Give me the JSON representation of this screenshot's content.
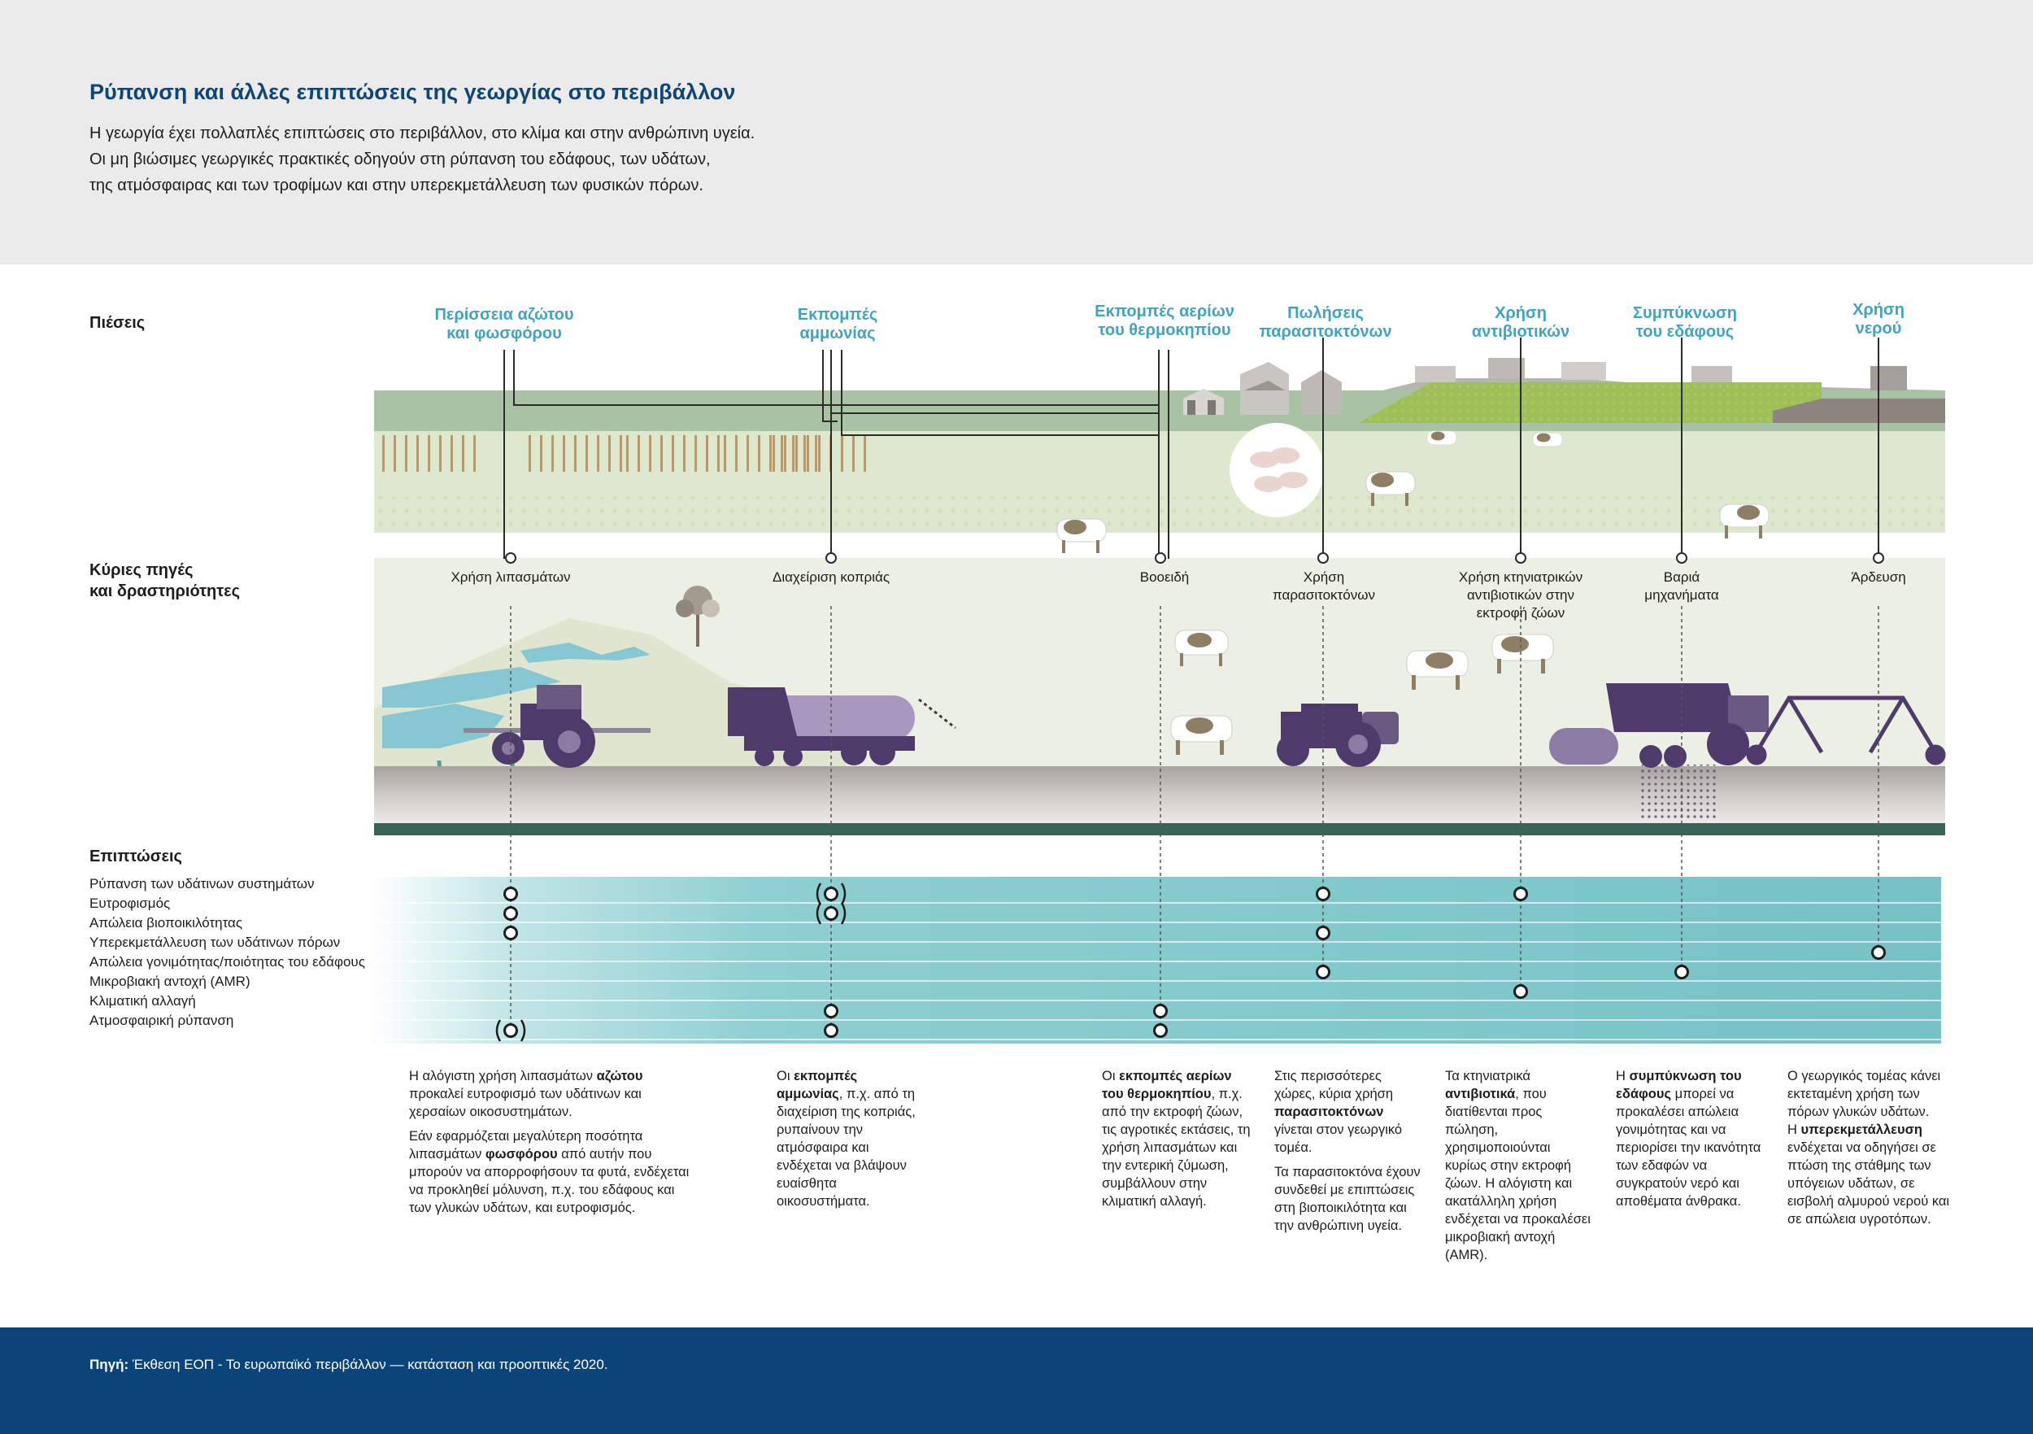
{
  "header": {
    "title": "Ρύπανση και άλλες επιπτώσεις της γεωργίας στο περιβάλλον",
    "intro_lines": [
      "Η γεωργία έχει πολλαπλές επιπτώσεις στο περιβάλλον, στο κλίμα και στην ανθρώπινη υγεία.",
      "Οι μη βιώσιμες γεωργικές πρακτικές οδηγούν στη ρύπανση του εδάφους, των υδάτων,",
      "της ατμόσφαιρας και των τροφίμων και στην υπερεκμετάλλευση των φυσικών πόρων."
    ]
  },
  "sections": {
    "pressures": "Πιέσεις",
    "sources_line1": "Κύριες πηγές",
    "sources_line2": "και δραστηριότητες",
    "impacts": "Επιπτώσεις"
  },
  "pressures": [
    {
      "line1": "Περίσσεια αζώτου",
      "line2": "και φωσφόρου"
    },
    {
      "line1": "Εκπομπές",
      "line2": "αμμωνίας"
    },
    {
      "line1": "Εκπομπές αερίων",
      "line2": "του θερμοκηπίου"
    },
    {
      "line1": "Πωλήσεις",
      "line2": "παρασιτοκτόνων"
    },
    {
      "line1": "Χρήση",
      "line2": "αντιβιοτικών"
    },
    {
      "line1": "Συμπύκνωση",
      "line2": "του εδάφους"
    },
    {
      "line1": "Χρήση",
      "line2": "νερού"
    }
  ],
  "sources": [
    {
      "line1": "Χρήση λιπασμάτων",
      "line2": "",
      "line3": ""
    },
    {
      "line1": "Διαχείριση κοπριάς",
      "line2": "",
      "line3": ""
    },
    {
      "line1": "Βοοειδή",
      "line2": "",
      "line3": ""
    },
    {
      "line1": "Χρήση",
      "line2": "παρασιτοκτόνων",
      "line3": ""
    },
    {
      "line1": "Χρήση κτηνιατρικών",
      "line2": "αντιβιοτικών στην",
      "line3": "εκτροφή ζώων"
    },
    {
      "line1": "Βαριά",
      "line2": "μηχανήματα",
      "line3": ""
    },
    {
      "line1": "Άρδευση",
      "line2": "",
      "line3": ""
    }
  ],
  "impacts": [
    "Ρύπανση των υδάτινων συστημάτων",
    "Ευτροφισμός",
    "Απώλεια βιοποικιλότητας",
    "Υπερεκμετάλλευση των υδάτινων πόρων",
    "Απώλεια γονιμότητας/ποιότητας του εδάφους",
    "Μικροβιακή αντοχή (AMR)",
    "Κλιματική αλλαγή",
    "Ατμοσφαιρική ρύπανση"
  ],
  "matrix": [
    {
      "col": 0,
      "row": 0
    },
    {
      "col": 0,
      "row": 1
    },
    {
      "col": 0,
      "row": 2
    },
    {
      "col": 0,
      "row": 7,
      "partial": true
    },
    {
      "col": 1,
      "row": 0,
      "partial": true
    },
    {
      "col": 1,
      "row": 1,
      "partial": true
    },
    {
      "col": 1,
      "row": 6
    },
    {
      "col": 1,
      "row": 7
    },
    {
      "col": 2,
      "row": 6
    },
    {
      "col": 2,
      "row": 7
    },
    {
      "col": 3,
      "row": 0
    },
    {
      "col": 3,
      "row": 2
    },
    {
      "col": 3,
      "row": 4
    },
    {
      "col": 4,
      "row": 0
    },
    {
      "col": 4,
      "row": 5
    },
    {
      "col": 5,
      "row": 4
    },
    {
      "col": 6,
      "row": 3
    }
  ],
  "descriptions": {
    "d1": {
      "p1_pre": "Η αλόγιστη χρήση λιπασμάτων ",
      "p1_bold": "αζώτου",
      "p1_post": " προκαλεί ευτροφισμό των υδάτινων και χερσαίων οικοσυστημάτων.",
      "p2_pre": "Εάν εφαρμόζεται μεγαλύτερη ποσότητα λιπασμάτων ",
      "p2_bold": "φωσφόρου",
      "p2_post": " από αυτήν που μπορούν να απορροφήσουν τα φυτά, ενδέχεται να προκληθεί μόλυνση, π.χ. του εδάφους και των γλυκών υδάτων, και ευτροφισμός."
    },
    "d2": {
      "pre": "Οι ",
      "bold": "εκπομπές αμμωνίας",
      "post": ", π.χ. από τη διαχείριση της κοπριάς, ρυπαίνουν την ατμόσφαιρα και ενδέχεται να βλάψουν ευαίσθητα οικοσυστήματα."
    },
    "d3": {
      "pre": "Οι ",
      "bold": "εκπομπές αερίων του θερμοκηπίου",
      "post": ", π.χ. από την εκτροφή ζώων, τις αγροτικές εκτάσεις, τη χρήση λιπασμάτων και την εντερική ζύμωση, συμβάλλουν στην κλιματική αλλαγή."
    },
    "d4": {
      "pre": "Στις περισσότερες χώρες, κύρια χρήση ",
      "bold": "παρασιτοκτόνων",
      "post": " γίνεται στον γεωργικό τομέα.",
      "p2": "Τα παρασιτοκτόνα έχουν συνδεθεί με επιπτώσεις στη βιοποικιλότητα και την ανθρώπινη υγεία."
    },
    "d5": {
      "pre": "Τα κτηνιατρικά ",
      "bold": "αντιβιοτικά",
      "post": ", που διατίθενται προς πώληση, χρησιμοποιούνται κυρίως στην εκτροφή ζώων. Η αλόγιστη και ακατάλληλη χρήση ενδέχεται να προκαλέσει μικροβιακή αντοχή (AMR)."
    },
    "d6": {
      "pre": "Η ",
      "bold": "συμπύκνωση του εδάφους",
      "post": " μπορεί να προκαλέσει απώλεια γονιμότητας και να περιορίσει την ικανότητα των εδαφών να συγκρατούν νερό και αποθέματα άνθρακα."
    },
    "d7": {
      "p1": "Ο γεωργικός τομέας κάνει εκτεταμένη χρήση των πόρων γλυκών υδάτων.",
      "pre": "Η ",
      "bold": "υπερεκμετάλλευση",
      "post": " ενδέχεται να οδηγήσει σε πτώση της στάθμης των υπόγειων υδάτων, σε εισβολή αλμυρού νερού και σε απώλεια υγροτόπων."
    }
  },
  "footer": {
    "label": "Πηγή:",
    "text": " Έκθεση ΕΟΠ - Το ευρωπαϊκό περιβάλλον — κατάσταση και προοπτικές 2020."
  },
  "colors": {
    "title": "#0e4478",
    "pressure": "#3fa3c3",
    "impact_band": "#8ecfd1",
    "footer": "#0a4479",
    "machine": "#4e3a6b",
    "field": "#e3ecd7"
  }
}
